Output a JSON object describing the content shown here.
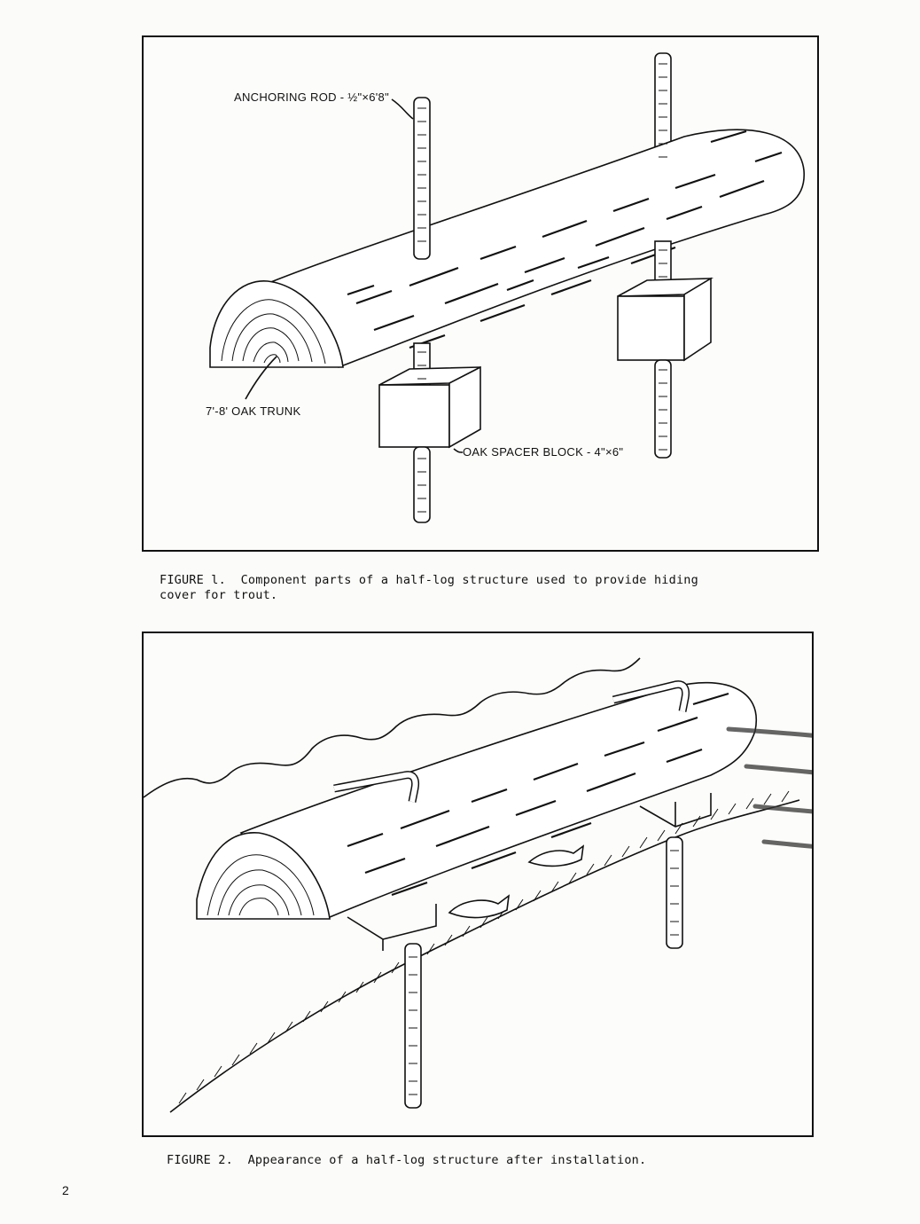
{
  "figure1": {
    "labels": {
      "rod": "ANCHORING ROD - ½\"×6'8\"",
      "trunk": "7'-8' OAK TRUNK",
      "block": "OAK SPACER BLOCK - 4\"×6\""
    },
    "caption": "FIGURE l.  Component parts of a half-log structure used to provide hiding\ncover for trout."
  },
  "figure2": {
    "caption": "FIGURE 2.  Appearance of a half-log structure after installation."
  },
  "page_number": "2"
}
